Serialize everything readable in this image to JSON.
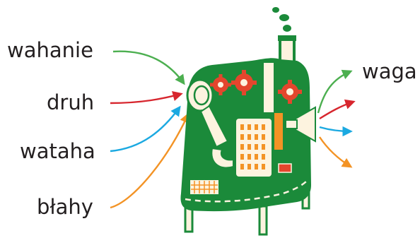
{
  "inputs": [
    {
      "id": "wahanie",
      "label": "wahanie",
      "color": "#4caf50"
    },
    {
      "id": "druh",
      "label": "druh",
      "color": "#d7262e"
    },
    {
      "id": "wataha",
      "label": "wataha",
      "color": "#1ba9e1"
    },
    {
      "id": "blahy",
      "label": "błahy",
      "color": "#f39325"
    }
  ],
  "outputs": [
    {
      "id": "waga",
      "label": "waga",
      "color": "#4caf50"
    },
    {
      "id": "red-out",
      "label": "",
      "color": "#d7262e"
    },
    {
      "id": "blue-out",
      "label": "",
      "color": "#1ba9e1"
    },
    {
      "id": "orange-out",
      "label": "",
      "color": "#f39325"
    }
  ],
  "colors": {
    "machine_body": "#1b8a3a",
    "machine_cream": "#fdf3df",
    "gear": "#e4462d",
    "screen_orange": "#f39325",
    "panel_red": "#e4462d"
  },
  "icons": {
    "machine": "word-machine-illustration",
    "gear": "gear-icon",
    "funnel": "funnel-icon",
    "chimney": "chimney-icon"
  }
}
